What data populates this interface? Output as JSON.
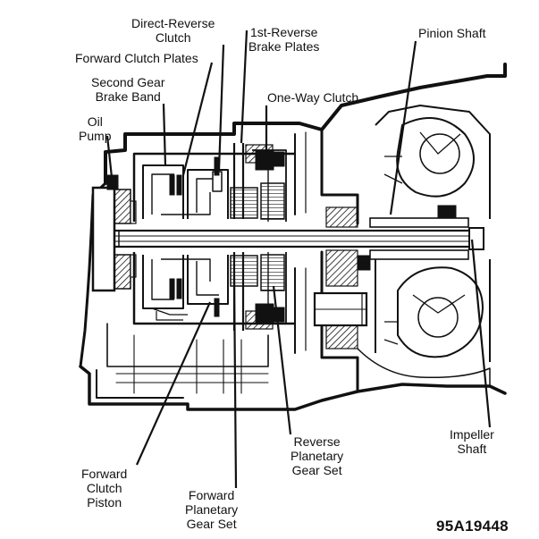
{
  "diagram": {
    "labels": {
      "direct_reverse_clutch": [
        "Direct-Reverse",
        "Clutch"
      ],
      "first_reverse_brake_plates": [
        "1st-Reverse",
        "Brake Plates"
      ],
      "pinion_shaft": [
        "Pinion Shaft"
      ],
      "forward_clutch_plates": [
        "Forward Clutch Plates"
      ],
      "second_gear_brake_band": [
        "Second Gear",
        "Brake Band"
      ],
      "one_way_clutch": [
        "One-Way Clutch"
      ],
      "oil_pump": [
        "Oil",
        "Pump"
      ],
      "impeller_shaft": [
        "Impeller",
        "Shaft"
      ],
      "reverse_planetary_gear_set": [
        "Reverse",
        "Planetary",
        "Gear Set"
      ],
      "forward_clutch_piston": [
        "Forward",
        "Clutch",
        "Piston"
      ],
      "forward_planetary_gear_set": [
        "Forward",
        "Planetary",
        "Gear Set"
      ]
    },
    "figure_code": "95A19448"
  }
}
